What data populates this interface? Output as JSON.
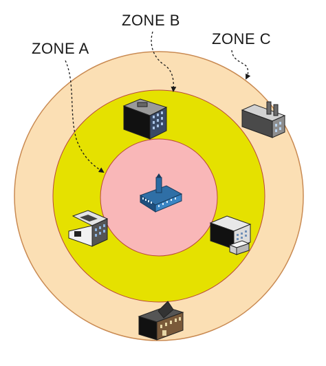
{
  "labels": {
    "zone_a": "ZONE A",
    "zone_b": "ZONE B",
    "zone_c": "ZONE C"
  },
  "colors": {
    "zone_a_fill": "#f9b7b8",
    "zone_b_fill": "#e5e100",
    "zone_c_fill": "#fbdfb4",
    "ring_stroke": "#c98a52",
    "inner_stroke": "#b8463a"
  },
  "icons": {
    "center": "city-hall-icon",
    "zone_b_top": "office-tower-icon",
    "zone_b_left": "office-complex-icon",
    "zone_b_right": "office-building-icon",
    "zone_c_top_right": "factory-icon",
    "zone_c_bottom": "campus-building-icon"
  }
}
